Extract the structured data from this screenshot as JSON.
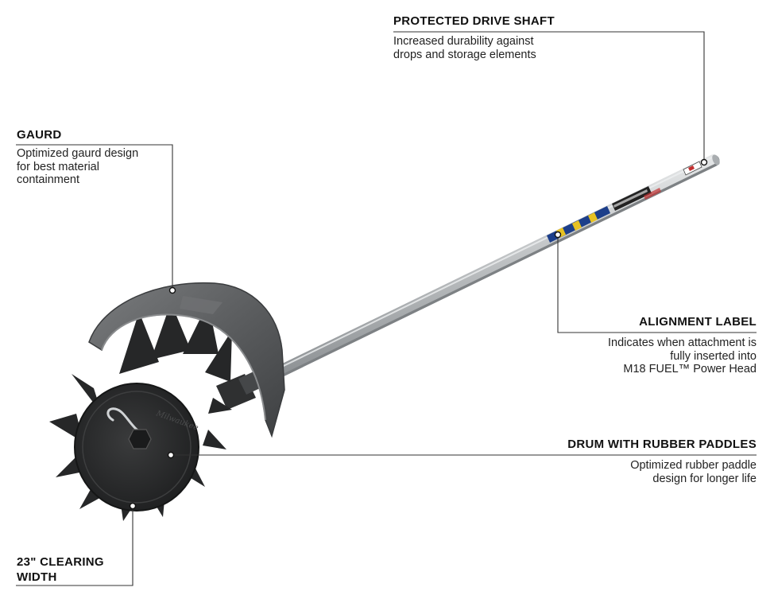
{
  "callouts": {
    "drive_shaft": {
      "title": "PROTECTED DRIVE SHAFT",
      "desc": "Increased durability against\ndrops and storage elements"
    },
    "guard": {
      "title": "GAURD",
      "desc": "Optimized gaurd design\nfor best material\ncontainment"
    },
    "alignment_label": {
      "title": "ALIGNMENT LABEL",
      "desc": "Indicates when attachment is\nfully inserted into\nM18 FUEL™ Power Head"
    },
    "drum": {
      "title": "DRUM WITH RUBBER PADDLES",
      "desc": "Optimized rubber paddle\ndesign for longer life"
    },
    "clearing_width": {
      "title": "23\" CLEARING\nWIDTH"
    }
  },
  "product": {
    "drum_logo_text": "Milwaukee",
    "colors": {
      "shaft": "#b9bcbe",
      "guard": "#5d5f61",
      "drum": "#2a2b2c",
      "leader_line": "#333333"
    }
  }
}
